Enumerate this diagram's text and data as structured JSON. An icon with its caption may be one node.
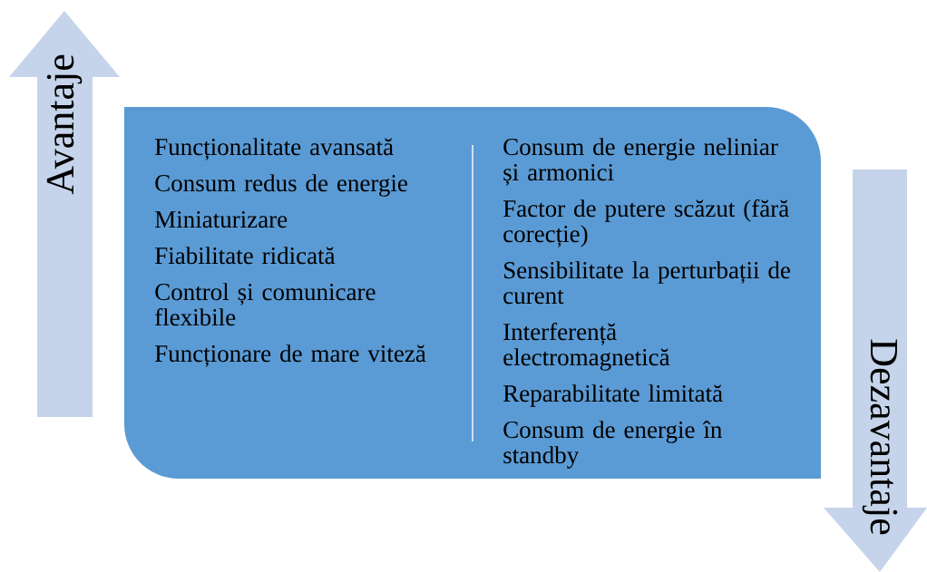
{
  "diagram": {
    "nodes": [
      {
        "text": [
          "Avantaje"
        ]
      },
      {
        "text": [
          "Funcționalitate avansată",
          "Consum redus de energie",
          "Miniaturizare",
          "Fiabilitate ridicată",
          "Control și comunicare flexibile",
          "Funcționare de mare viteză",
          "Consum de energie neliniar și armonici",
          "Factor de putere scăzut (fără corecție)",
          "Sensibilitate la perturbații de curent",
          "Interferență electromagnetică",
          "Reparabilitate limitată",
          "Consum de energie în standby"
        ]
      },
      {
        "text": [
          "Dezavantaje"
        ]
      }
    ]
  }
}
